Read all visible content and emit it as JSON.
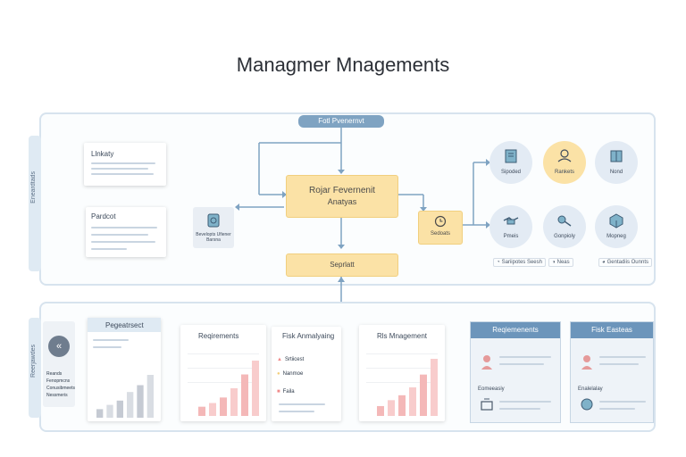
{
  "title": "Managmer Mnagements",
  "top_panel": {
    "header_label": "Fotl Pvenernvt",
    "side_label": "Eneardtads",
    "card1": {
      "title": "Llnkaty"
    },
    "card2": {
      "title": "Pardcot"
    },
    "small_box_label": "Bevelopts Ufiener Barsna",
    "center_box": {
      "line1": "Rojar Fevernenit",
      "line2": "Anatyas"
    },
    "side_box_label": "Sedoats",
    "bottom_box_label": "Seprlatt",
    "circles": [
      {
        "label": "Sipoded",
        "icon": "document-icon"
      },
      {
        "label": "Rankets",
        "icon": "hands-icon"
      },
      {
        "label": "Nond",
        "icon": "book-icon"
      },
      {
        "label": "Pmeis",
        "icon": "handshake-icon"
      },
      {
        "label": "Gonpioly",
        "icon": "key-icon"
      },
      {
        "label": "Mopneg",
        "icon": "cube-icon"
      }
    ],
    "mini_labels": [
      "Sariipotes Seesh",
      "Neas",
      "Gentadiis Ounnts"
    ]
  },
  "bottom_panel": {
    "side_label": "Reerjawdes",
    "left_card_items": [
      "Reands",
      "Fenopmcns",
      "Conusibmeets",
      "Nessmeris"
    ],
    "charts": [
      {
        "title": "Pegeatrsect",
        "chart_data": {
          "type": "bar",
          "values": [
            1,
            1.5,
            2,
            3,
            3.8,
            5
          ]
        }
      },
      {
        "title": "Reqirements",
        "chart_data": {
          "type": "bar",
          "values": [
            1,
            1.4,
            2,
            3,
            4.5,
            6
          ]
        }
      },
      {
        "title": "Fisk Anmalyaing",
        "items": [
          "Srtiicest",
          "Nanmoe",
          "Faila"
        ]
      },
      {
        "title": "Rls Mnagement",
        "chart_data": {
          "type": "bar",
          "values": [
            1,
            1.6,
            2.1,
            2.9,
            4.2,
            5.8
          ]
        }
      }
    ],
    "blue_cards": [
      {
        "title": "Reqiemenents",
        "sub": "Eomeeasiy"
      },
      {
        "title": "Fisk Easteas",
        "sub": "Enalelalay"
      }
    ]
  },
  "colors": {
    "accent_blue": "#6c95bb",
    "yellow": "#fbe2a6",
    "bar_pink": "#f4b8b8",
    "bar_gray": "#c5cad3"
  }
}
